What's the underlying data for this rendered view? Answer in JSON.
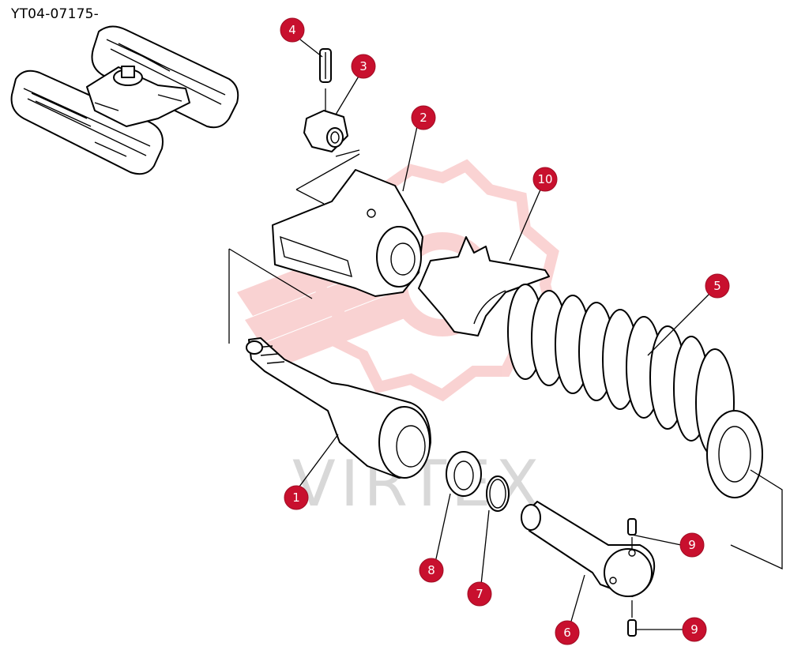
{
  "diagram": {
    "code": "YT04-07175-",
    "watermark": "VIRTEX",
    "colors": {
      "callout": "#c8102e",
      "watermark": "#f4b6b6"
    }
  },
  "callouts": [
    {
      "id": "1",
      "label": "1"
    },
    {
      "id": "2",
      "label": "2"
    },
    {
      "id": "3",
      "label": "3"
    },
    {
      "id": "4",
      "label": "4"
    },
    {
      "id": "5",
      "label": "5"
    },
    {
      "id": "6",
      "label": "6"
    },
    {
      "id": "7",
      "label": "7"
    },
    {
      "id": "8",
      "label": "8"
    },
    {
      "id": "9a",
      "label": "9"
    },
    {
      "id": "9b",
      "label": "9"
    },
    {
      "id": "10",
      "label": "10"
    }
  ]
}
